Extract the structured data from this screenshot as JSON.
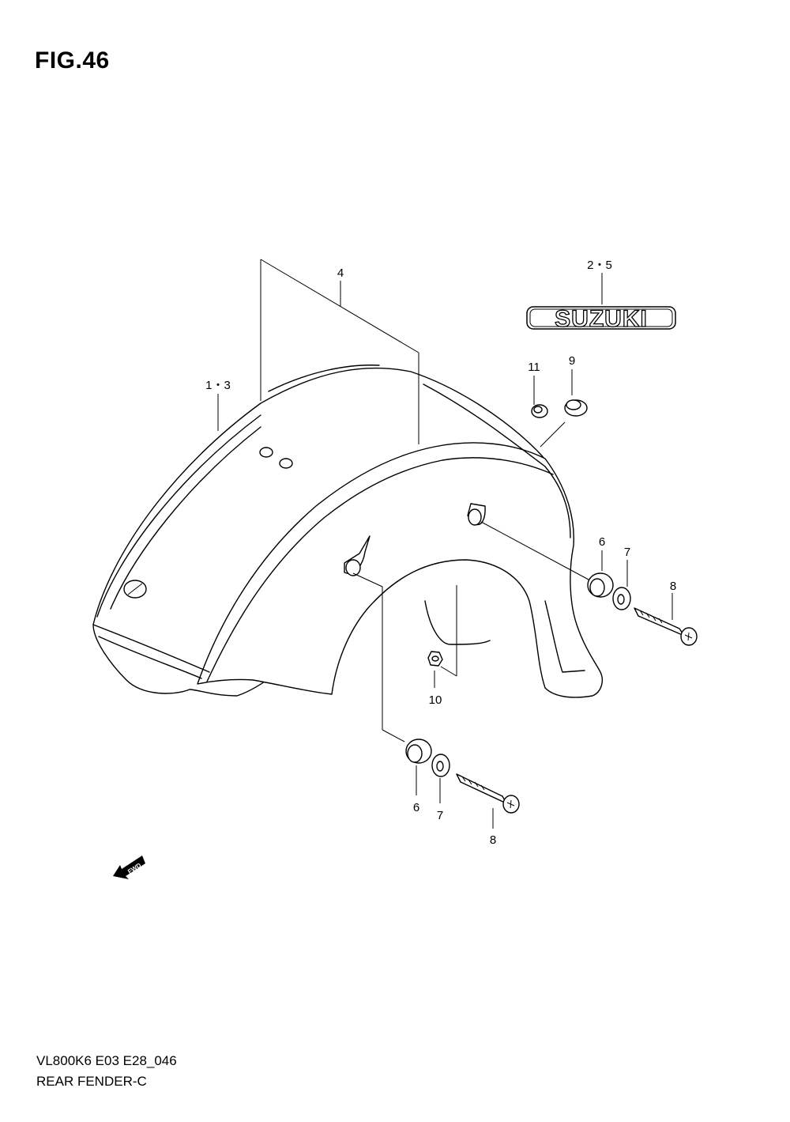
{
  "figure": {
    "title": "FIG.46",
    "model_code": "VL800K6 E03 E28_046",
    "name": "REAR FENDER-C"
  },
  "callouts": {
    "c1": "1・3",
    "c2": "2・5",
    "c4": "4",
    "c6a": "6",
    "c7a": "7",
    "c8a": "8",
    "c6b": "6",
    "c7b": "7",
    "c8b": "8",
    "c9": "9",
    "c10": "10",
    "c11": "11"
  },
  "emblem": {
    "text": "SUZUKI"
  },
  "direction_marker": {
    "text": "FWD"
  }
}
